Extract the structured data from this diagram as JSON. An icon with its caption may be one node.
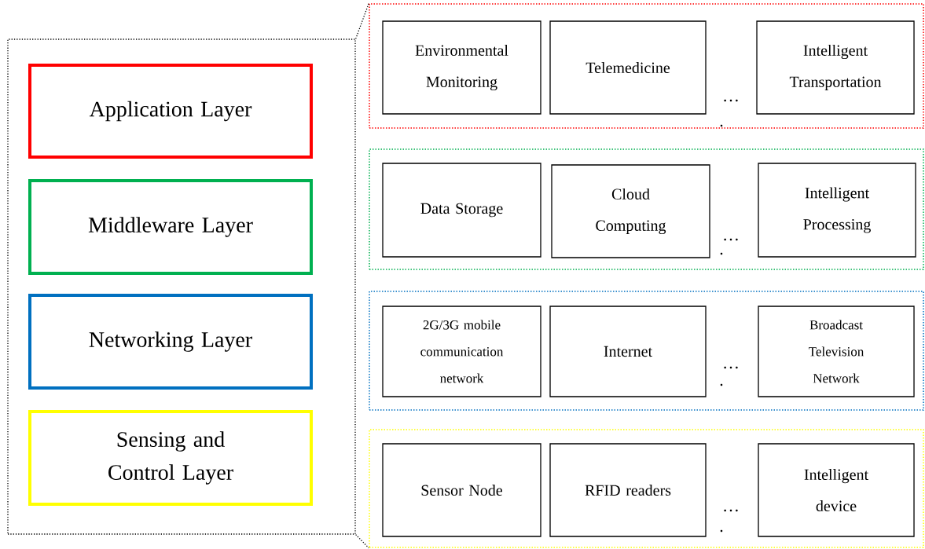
{
  "diagram": {
    "nodes": [
      {
        "text": [],
        "shape": "box"
      },
      {
        "text": [
          "Application Layer"
        ],
        "in": 0
      },
      {
        "text": [
          "Middleware Layer"
        ],
        "in": 0
      },
      {
        "text": [
          "Networking Layer"
        ],
        "in": 0
      },
      {
        "text": [
          "Sensing and Control Layer"
        ],
        "in": 0
      },
      {
        "text": [],
        "shape": "box"
      },
      {
        "text": [
          "Environmental Monitoring"
        ],
        "in": 5
      },
      {
        "text": [
          "Telemedicine"
        ],
        "in": 5
      },
      {
        "text": [
          "Intelligent Transportation"
        ],
        "in": 5
      },
      {
        "text": [],
        "shape": "box"
      },
      {
        "text": [
          "Data Storage"
        ],
        "in": 9
      },
      {
        "text": [
          "Cloud Computing"
        ],
        "in": 9
      },
      {
        "text": [
          "Intelligent Processing"
        ],
        "in": 9
      },
      {
        "text": [],
        "shape": "box"
      },
      {
        "text": [
          "2G/3G mobile communication network"
        ],
        "in": 13
      },
      {
        "text": [
          "Internet"
        ],
        "in": 13
      },
      {
        "text": [
          "Broadcast Television Network"
        ],
        "in": 13
      },
      {
        "text": [],
        "shape": "box"
      },
      {
        "text": [
          "Sensor Node"
        ],
        "in": 17
      },
      {
        "text": [
          "RFID readers"
        ],
        "in": 17
      },
      {
        "text": [
          "Intelligent device"
        ],
        "in": 17
      }
    ],
    "edges": [
      {
        "from": 0,
        "to": 5,
        "arrow": "none",
        "style": "dashed"
      },
      {
        "from": 0,
        "to": 17,
        "arrow": "none",
        "style": "dashed"
      }
    ],
    "labels": [
      "…",
      ".",
      "…",
      ".",
      "…",
      ".",
      "…",
      "."
    ]
  }
}
